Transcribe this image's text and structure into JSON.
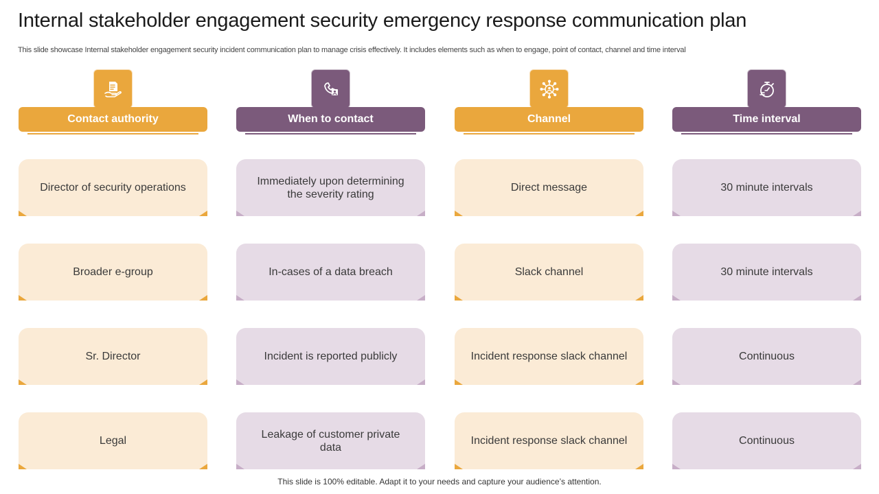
{
  "title": "Internal stakeholder engagement security emergency response communication plan",
  "subtitle": "This slide showcase Internal stakeholder engagement security incident communication plan to manage crisis effectively. It includes elements such as when to engage, point of contact, channel and time interval",
  "colors": {
    "orange": "#eaa73d",
    "purple": "#7b5a7b",
    "orange_card": "#fbebd6",
    "purple_card": "#e6dbe6"
  },
  "columns": [
    {
      "header": "Contact authority",
      "icon": "hand-document-icon",
      "color": "orange",
      "rows": [
        "Director of security operations",
        "Broader e-group",
        "Sr. Director",
        "Legal"
      ]
    },
    {
      "header": "When to contact",
      "icon": "phone-contact-icon",
      "color": "purple",
      "rows": [
        "Immediately upon determining the severity rating",
        "In-cases of a data breach",
        "Incident is reported publicly",
        "Leakage of customer private data"
      ]
    },
    {
      "header": "Channel",
      "icon": "network-person-icon",
      "color": "orange",
      "rows": [
        "Direct message",
        "Slack channel",
        "Incident response slack channel",
        "Incident response slack channel"
      ]
    },
    {
      "header": "Time interval",
      "icon": "stopwatch-icon",
      "color": "purple",
      "rows": [
        "30 minute intervals",
        "30 minute intervals",
        "Continuous",
        "Continuous"
      ]
    }
  ],
  "footer": "This slide is 100% editable. Adapt it to your needs and capture your audience’s attention."
}
